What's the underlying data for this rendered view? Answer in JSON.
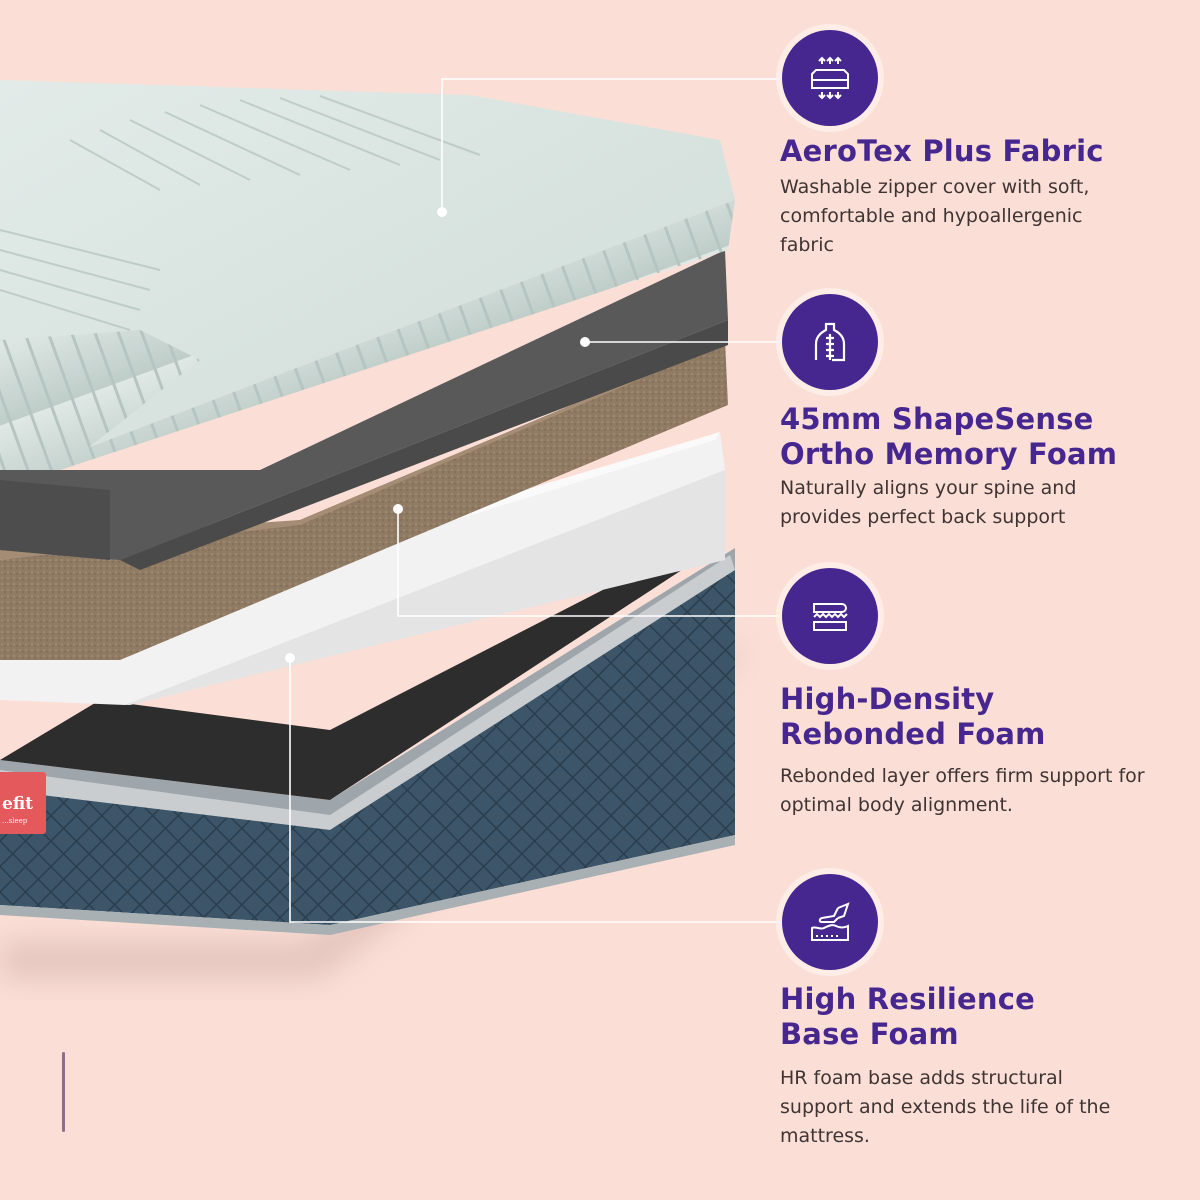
{
  "colors": {
    "background": "#fbdfd6",
    "accent_purple": "#46278f",
    "body_text": "#3f3434",
    "connector_line": "#ffffff"
  },
  "brand_tag": {
    "text": "efit",
    "subtext": "...sleep"
  },
  "features": [
    {
      "icon": "mattress-breathable-icon",
      "title": "AeroTex Plus Fabric",
      "description": "Washable zipper cover with soft, comfortable and hypoallergenic fabric"
    },
    {
      "icon": "spine-support-icon",
      "title_line1": "45mm ShapeSense",
      "title_line2": "Ortho Memory Foam",
      "description": "Naturally aligns your spine and provides perfect back support"
    },
    {
      "icon": "rebonded-layer-icon",
      "title_line1": "High-Density",
      "title_line2": "Rebonded Foam",
      "description": "Rebonded layer offers firm support for optimal body alignment."
    },
    {
      "icon": "hand-press-foam-icon",
      "title_line1": "High Resilience",
      "title_line2": "Base Foam",
      "description": "HR foam base adds structural support and extends the life of the mattress."
    }
  ]
}
